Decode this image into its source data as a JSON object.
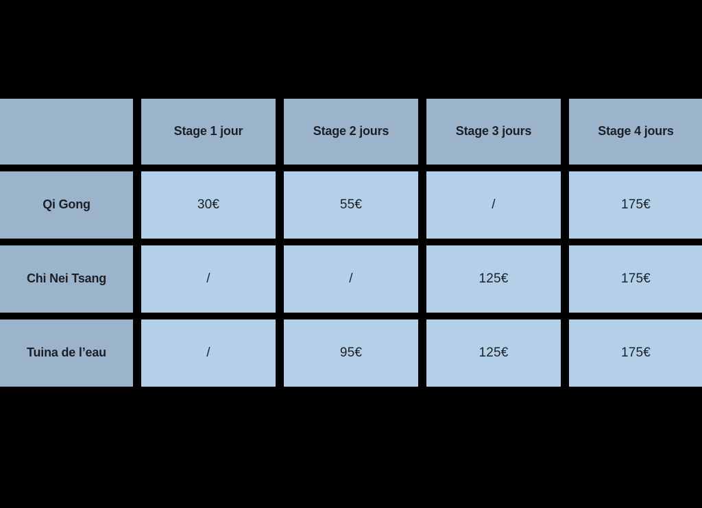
{
  "table": {
    "name": "tarifs-stages",
    "corner_label": "",
    "column_headers": [
      "Stage 1 jour",
      "Stage 2 jours",
      "Stage 3 jours",
      "Stage 4 jours"
    ],
    "rows": [
      {
        "label": "Qi Gong",
        "values": [
          "30€",
          "55€",
          "/",
          "175€"
        ]
      },
      {
        "label": "Chi Nei Tsang",
        "values": [
          "/",
          "/",
          "125€",
          "175€"
        ]
      },
      {
        "label": "Tuina de l’eau",
        "values": [
          "/",
          "95€",
          "125€",
          "175€"
        ]
      }
    ]
  },
  "colors": {
    "background": "#000000",
    "header_cell": "#9CB3CC",
    "data_cell": "#B3D0E8",
    "text": "#1B2026"
  }
}
